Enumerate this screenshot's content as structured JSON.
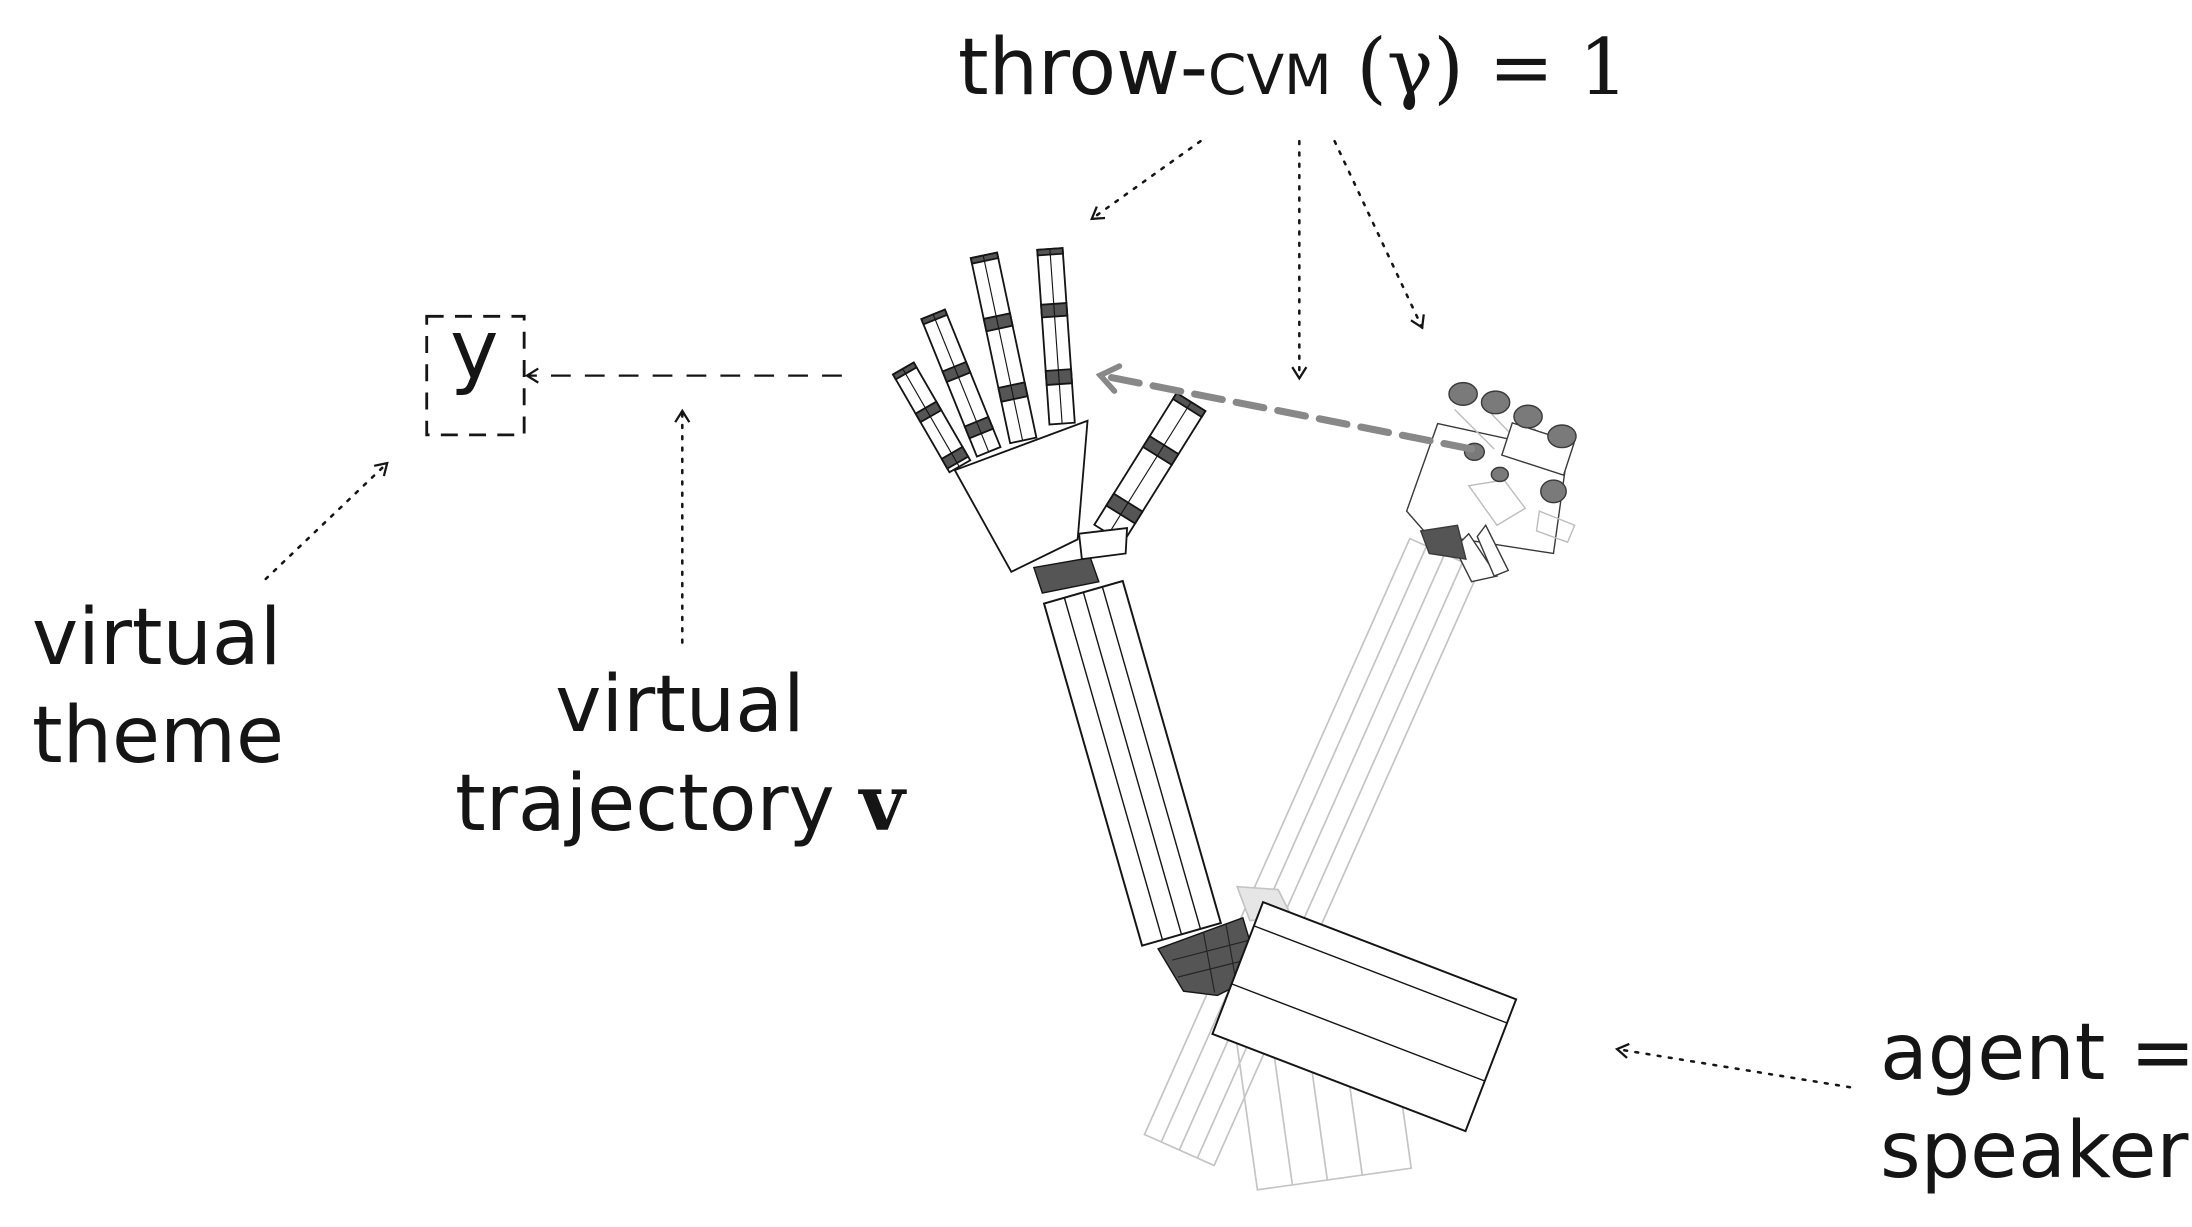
{
  "title_label": {
    "name": "throw-",
    "smallcaps": "cvm",
    "math": " (γ) = 1"
  },
  "target_symbol": "y",
  "virtual_theme": [
    "virtual",
    "theme"
  ],
  "virtual_trajectory": {
    "line1": "virtual",
    "line2": "trajectory",
    "symbol": "v"
  },
  "agent_label": [
    "agent =",
    "speaker"
  ],
  "colors": {
    "ink": "#151515",
    "joint_fill": "#555555",
    "ghost_stroke": "#bdbdbd",
    "motion_arrow": "#888888"
  }
}
